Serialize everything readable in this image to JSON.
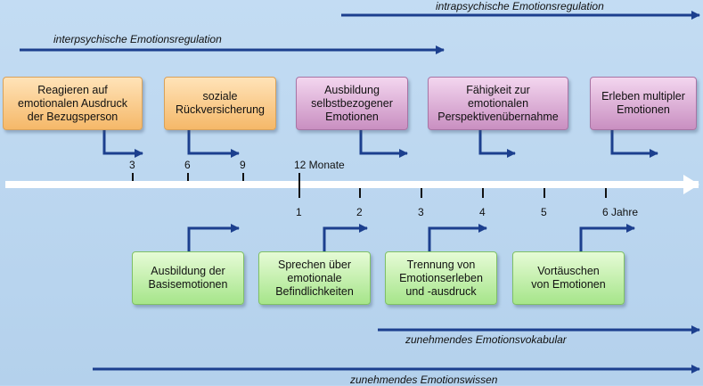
{
  "bands": {
    "intrapsychic": "intrapsychische Emotionsregulation",
    "interpsychic": "interpsychische Emotionsregulation",
    "vocabulary": "zunehmendes Emotionsvokabular",
    "knowledge": "zunehmendes Emotionswissen"
  },
  "top_boxes": [
    {
      "text": "Reagieren auf\nemotionalen Ausdruck\nder Bezugsperson"
    },
    {
      "text": "soziale\nRückversicherung"
    },
    {
      "text": "Ausbildung\nselbstbezogener\nEmotionen"
    },
    {
      "text": "Fähigkeit zur\nemotionalen\nPerspektivenübernahme"
    },
    {
      "text": "Erleben multipler\nEmotionen"
    }
  ],
  "bottom_boxes": [
    {
      "text": "Ausbildung der\nBasisemotionen"
    },
    {
      "text": "Sprechen über\nemotionale\nBefindlichkeiten"
    },
    {
      "text": "Trennung von\nEmotionserleben\nund -ausdruck"
    },
    {
      "text": "Vortäuschen\nvon Emotionen"
    }
  ],
  "month_ticks": [
    "3",
    "6",
    "9",
    "12 Monate"
  ],
  "year_ticks": [
    "1",
    "2",
    "3",
    "4",
    "5",
    "6 Jahre"
  ],
  "colors": {
    "arrow": "#1c3f8e",
    "timeline": "#ffffff",
    "background": "#bcd7f0"
  }
}
